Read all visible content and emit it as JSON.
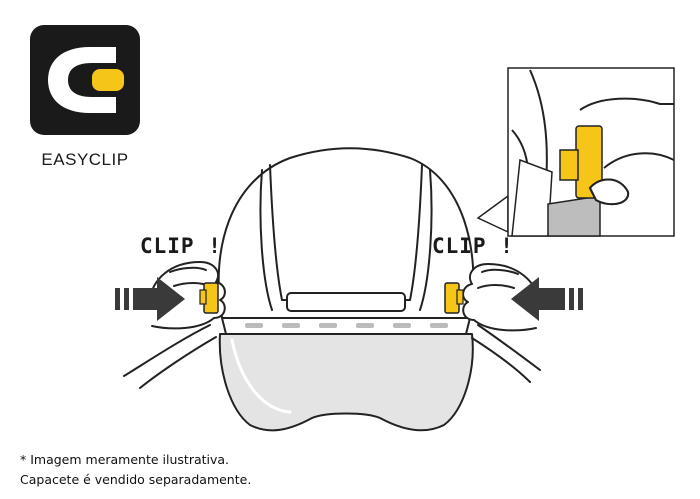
{
  "logo": {
    "label": "EASYCLIP",
    "bg_color": "#1a1a1a",
    "accent_color": "#f5c518"
  },
  "callouts": {
    "left": "CLIP !",
    "right": "CLIP !"
  },
  "notes": {
    "line1": "* Imagem meramente ilustrativa.",
    "line2": "Capacete é vendido separadamente."
  },
  "colors": {
    "clip_yellow": "#f5c518",
    "arrow_gray": "#3a3a3a",
    "line": "#222222"
  }
}
